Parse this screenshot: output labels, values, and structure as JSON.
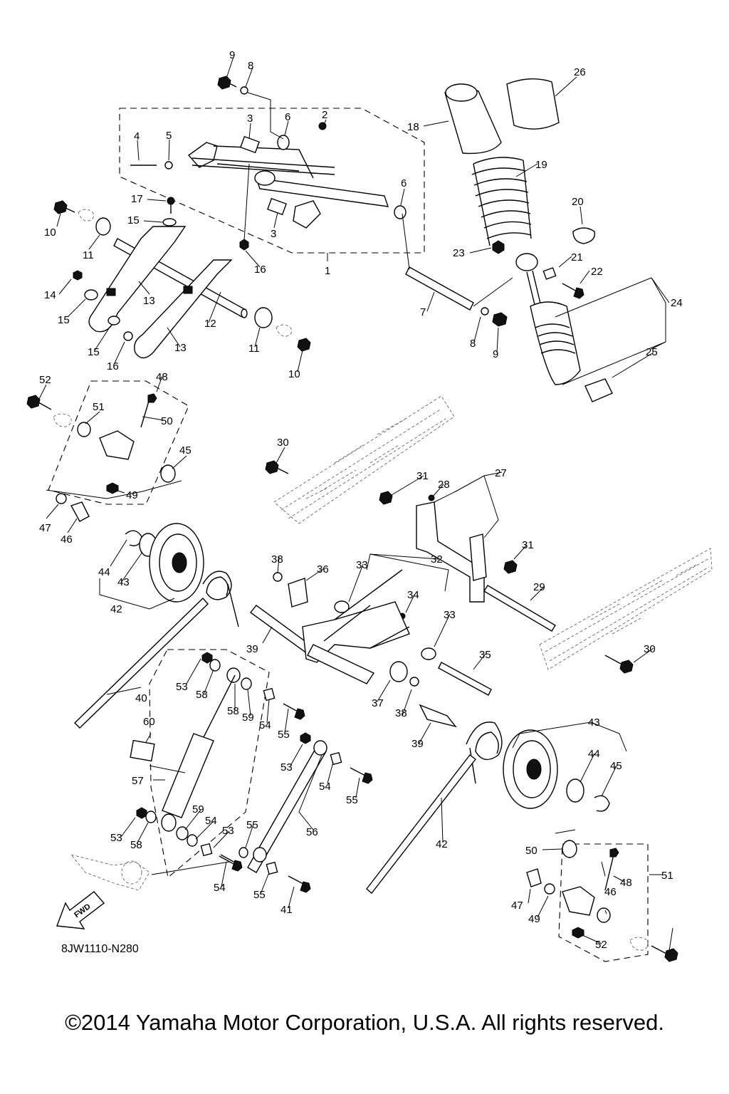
{
  "diagram_code": "8JW1110-N280",
  "copyright": "©2014 Yamaha Motor Corporation, U.S.A. All rights reserved.",
  "fwd_label": "FWD",
  "callouts": [
    "9",
    "8",
    "3",
    "6",
    "2",
    "4",
    "5",
    "1",
    "6",
    "3",
    "16",
    "17",
    "15",
    "10",
    "11",
    "13",
    "12",
    "14",
    "15",
    "15",
    "16",
    "13",
    "11",
    "10",
    "7",
    "8",
    "9",
    "18",
    "26",
    "19",
    "20",
    "23",
    "21",
    "22",
    "24",
    "25",
    "52",
    "48",
    "51",
    "50",
    "45",
    "49",
    "47",
    "46",
    "30",
    "27",
    "28",
    "31",
    "31",
    "29",
    "44",
    "43",
    "42",
    "38",
    "36",
    "33",
    "32",
    "34",
    "33",
    "35",
    "30",
    "39",
    "37",
    "38",
    "39",
    "40",
    "53",
    "58",
    "58",
    "59",
    "54",
    "55",
    "60",
    "57",
    "53",
    "54",
    "55",
    "56",
    "53",
    "58",
    "59",
    "54",
    "53",
    "55",
    "54",
    "55",
    "41",
    "42",
    "43",
    "44",
    "45",
    "50",
    "48",
    "51",
    "46",
    "47",
    "49",
    "52"
  ]
}
